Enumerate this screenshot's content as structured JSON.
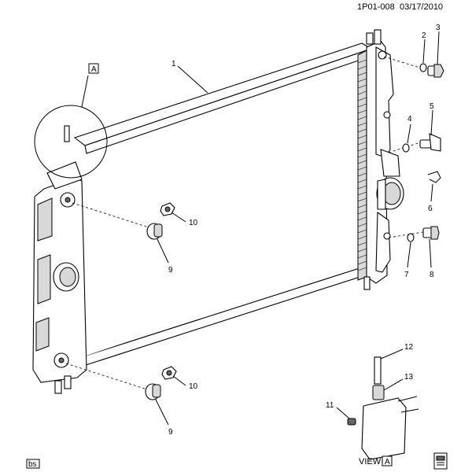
{
  "header": {
    "code": "1P01-008",
    "date": "03/17/2010"
  },
  "view_marker": "A",
  "view_caption": {
    "text": "VIEW",
    "letter": "A"
  },
  "footer_tag": "bs",
  "callouts": [
    "1",
    "2",
    "3",
    "4",
    "5",
    "6",
    "7",
    "8",
    "9",
    "10",
    "9",
    "10",
    "11",
    "12",
    "13"
  ]
}
